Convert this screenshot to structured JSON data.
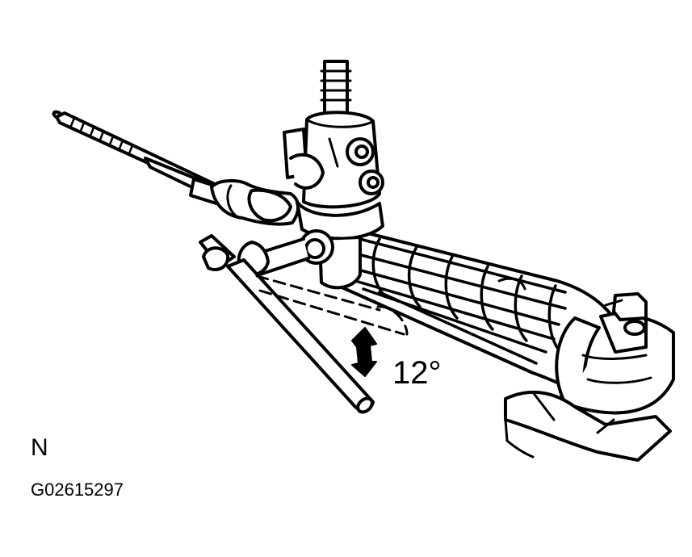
{
  "diagram": {
    "angle_label": "12°",
    "view_letter": "N",
    "figure_code": "G02615297",
    "stroke_color": "#000000",
    "background_color": "#ffffff"
  }
}
